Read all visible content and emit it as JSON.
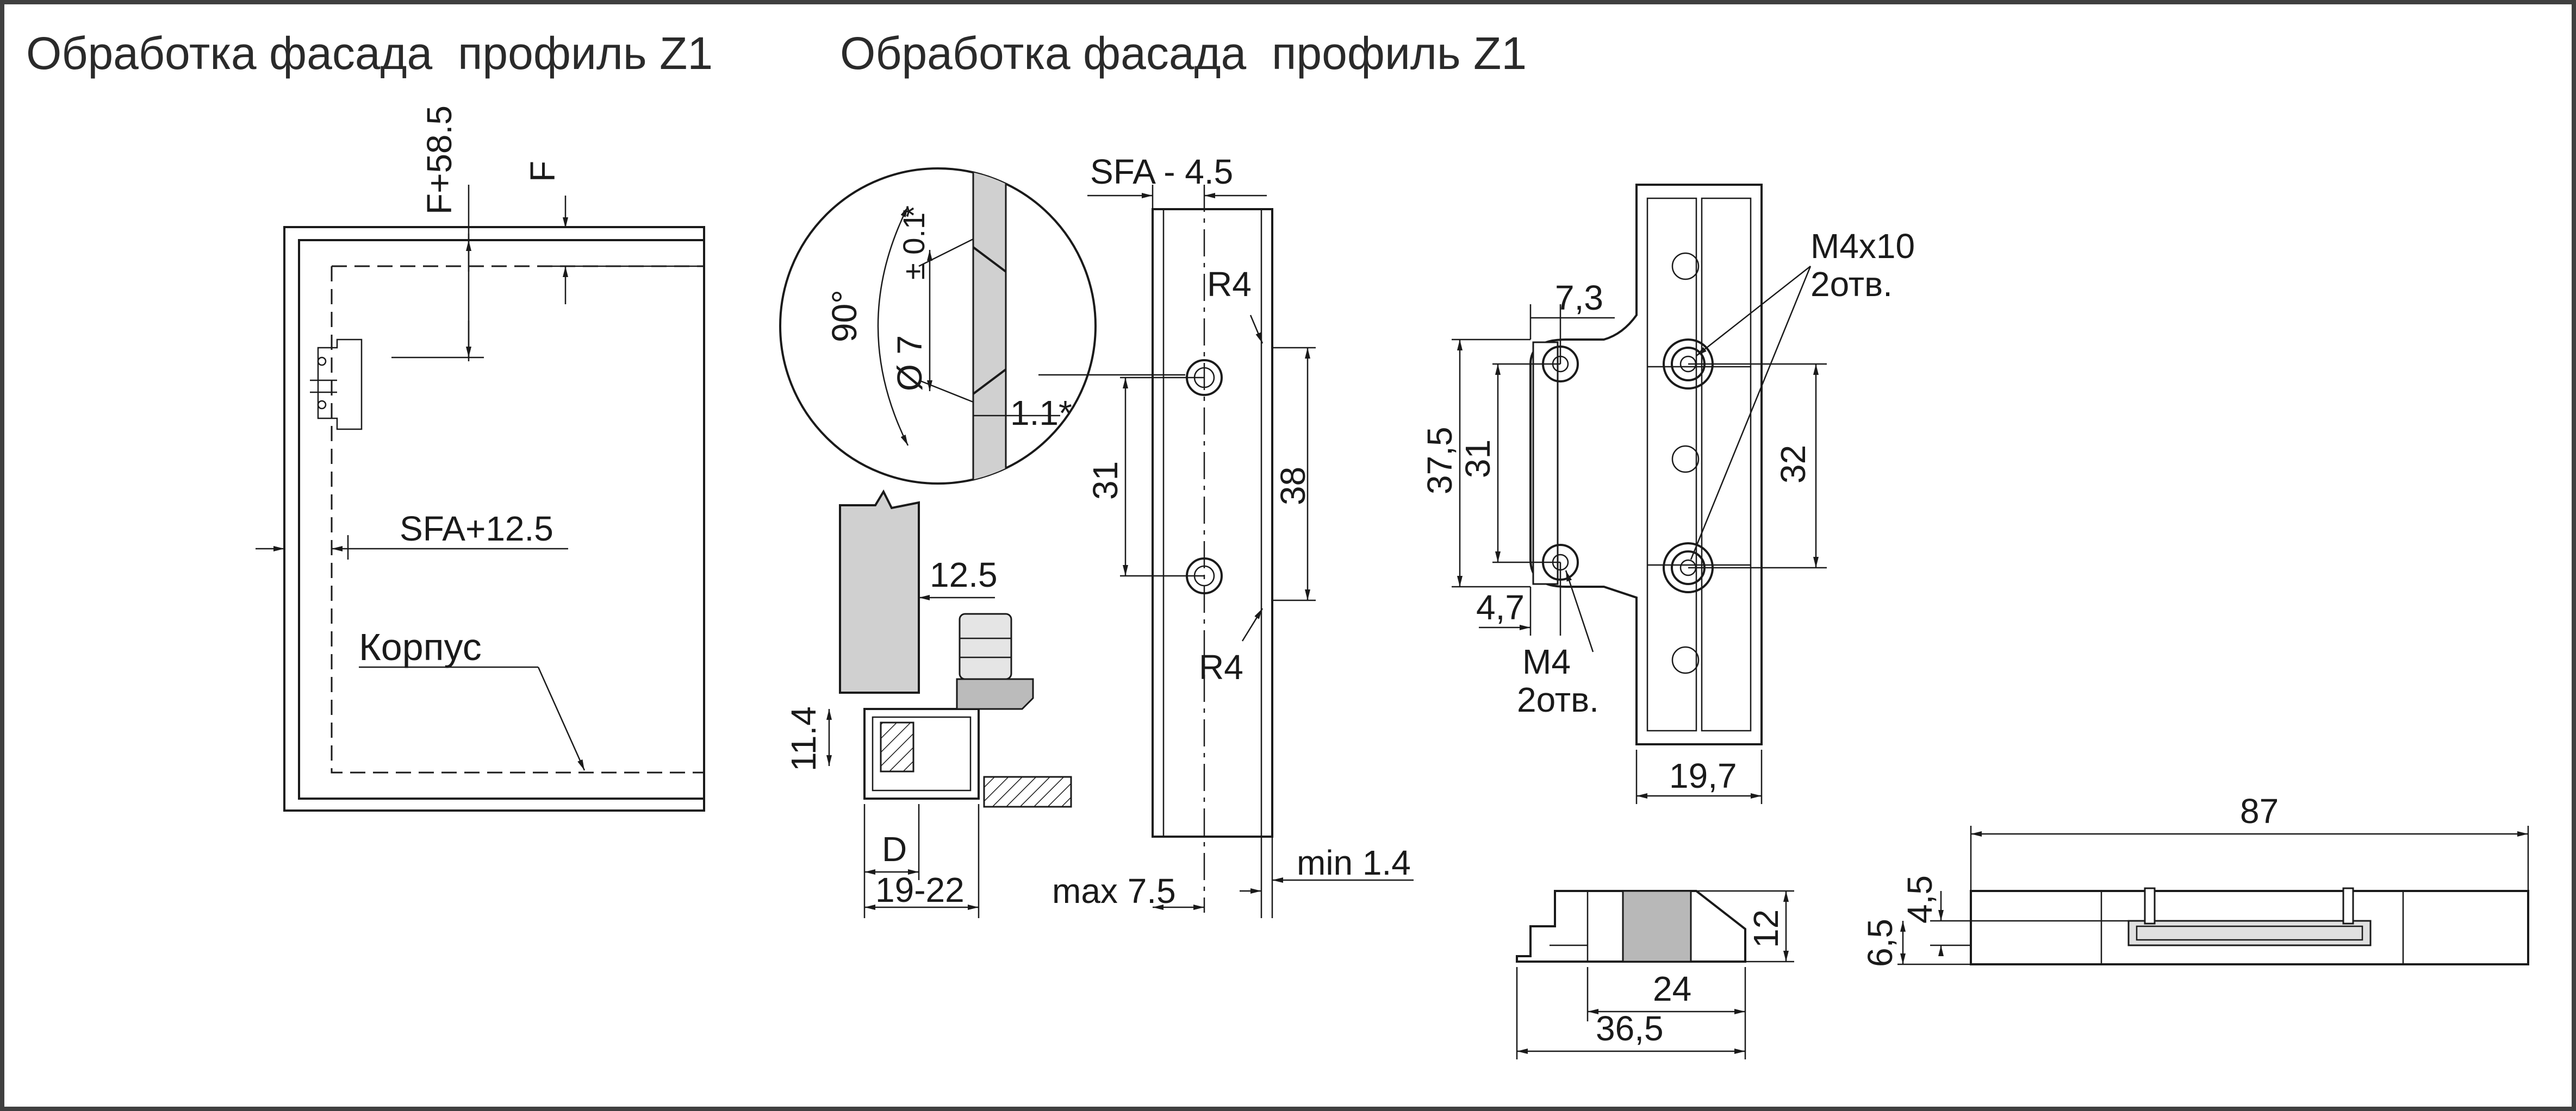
{
  "titles": {
    "left": "Обработка фасада  профиль Z1",
    "middle": "Обработка фасада  профиль Z1"
  },
  "front_view": {
    "dim_f58": "F+58.5",
    "dim_f": "F",
    "dim_sfa12": "SFA+12.5",
    "label_korpus": "Корпус"
  },
  "section_view": {
    "dim_12_5": "12.5",
    "dim_11_4": "11.4",
    "dim_d": "D",
    "dim_19_22": "19-22"
  },
  "detail_circle": {
    "angle": "90°",
    "diameter_symbol": "Ø 7",
    "tolerance": "± 0.1",
    "star": "*",
    "depth": "1.1*"
  },
  "profile_view": {
    "dim_sfa45": "SFA - 4.5",
    "r4_top": "R4",
    "r4_bottom": "R4",
    "dim_31": "31",
    "dim_38": "38",
    "dim_max75": "max 7.5",
    "dim_min14": "min 1.4"
  },
  "hinge_plate_view": {
    "dim_7_3": "7,3",
    "dim_37_5": "37,5",
    "dim_31": "31",
    "dim_32": "32",
    "dim_4_7": "4,7",
    "m4x10": "M4x10",
    "holes_top": "2отв.",
    "m4": "M4",
    "holes_bottom": "2отв.",
    "dim_19_7": "19,7"
  },
  "side_view": {
    "dim_12": "12",
    "dim_24": "24",
    "dim_36_5": "36,5"
  },
  "long_view": {
    "dim_87": "87",
    "dim_4_5": "4,5",
    "dim_6_5": "6,5"
  }
}
